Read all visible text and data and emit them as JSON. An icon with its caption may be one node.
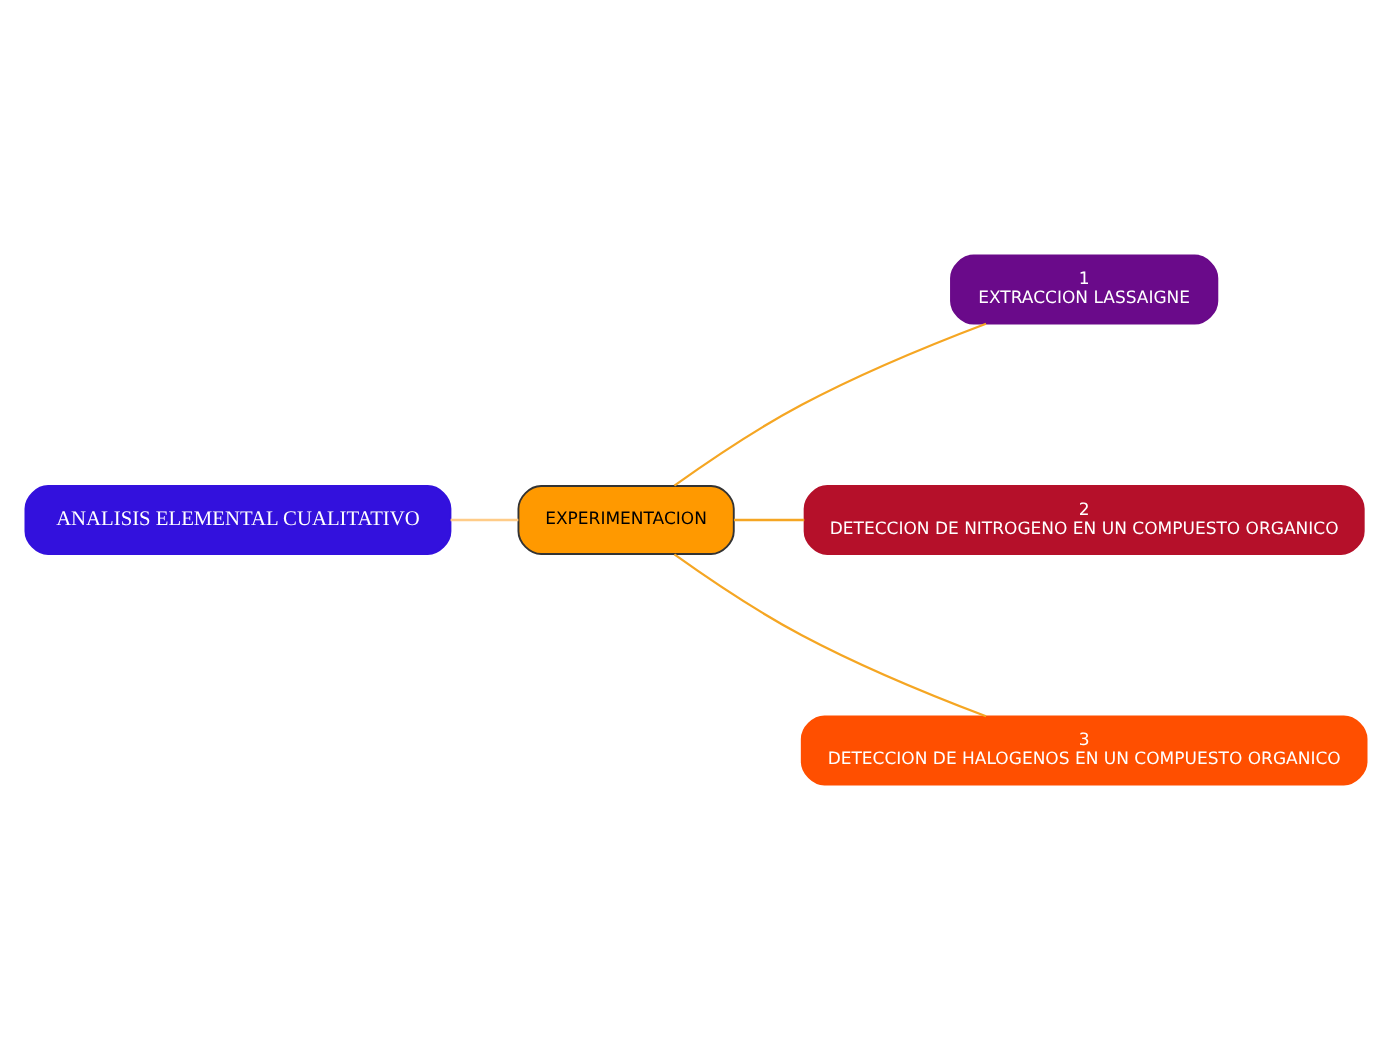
{
  "diagram": {
    "nodes": [
      {
        "text": [
          "ANALISIS ELEMENTAL CUALITATIVO"
        ]
      },
      {
        "text": [
          "EXPERIMENTACION"
        ]
      },
      {
        "text": [
          "1",
          "EXTRACCION LASSAIGNE"
        ]
      },
      {
        "text": [
          "2",
          "DETECCION DE NITROGENO EN UN COMPUESTO ORGANICO"
        ]
      },
      {
        "text": [
          "3",
          "DETECCION DE HALOGENOS EN UN COMPUESTO ORGANICO"
        ]
      }
    ],
    "edges": [
      {
        "from": 0,
        "to": 1,
        "arrow": "none",
        "color": "#ffcc88"
      },
      {
        "from": 1,
        "to": 2,
        "arrow": "none"
      },
      {
        "from": 1,
        "to": 3,
        "arrow": "none"
      },
      {
        "from": 1,
        "to": 4,
        "arrow": "none"
      }
    ]
  }
}
